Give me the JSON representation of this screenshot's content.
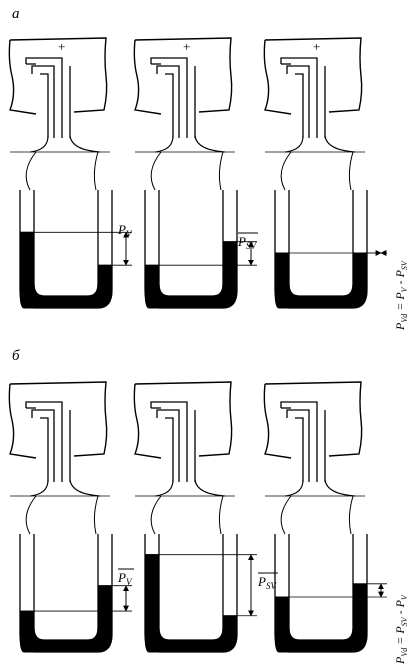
{
  "panels": [
    {
      "section_label": "а",
      "devices": [
        {
          "plus": "+",
          "pressure_label": "P",
          "pressure_sub": "V",
          "pressure_overbar": false
        },
        {
          "plus": "+",
          "pressure_label": "P",
          "pressure_sub": "SV",
          "pressure_overbar": true
        },
        {
          "plus": "+",
          "formula": {
            "lhs": "P",
            "lhs_sub": "Vd",
            "rhs1": "P",
            "rhs1_sub": "V",
            "op": "-",
            "rhs2": "P",
            "rhs2_sub": "SV"
          }
        }
      ]
    },
    {
      "section_label": "б",
      "devices": [
        {
          "plus": "",
          "pressure_label": "P",
          "pressure_sub": "V",
          "pressure_overbar": true
        },
        {
          "plus": "",
          "pressure_label": "P",
          "pressure_sub": "SV",
          "pressure_overbar": true
        },
        {
          "plus": "",
          "formula": {
            "lhs": "P",
            "lhs_sub": "Vd",
            "rhs1": "P",
            "rhs1_sub": "SV",
            "op": "-",
            "rhs2": "P",
            "rhs2_sub": "V"
          }
        }
      ]
    }
  ],
  "levels": [
    [
      {
        "left": 0.55,
        "right": 0.2
      },
      {
        "left": 0.2,
        "right": 0.45
      },
      {
        "left": 0.33,
        "right": 0.33
      }
    ],
    [
      {
        "left": 0.18,
        "right": 0.45
      },
      {
        "left": 0.78,
        "right": 0.13
      },
      {
        "left": 0.33,
        "right": 0.47
      }
    ]
  ]
}
